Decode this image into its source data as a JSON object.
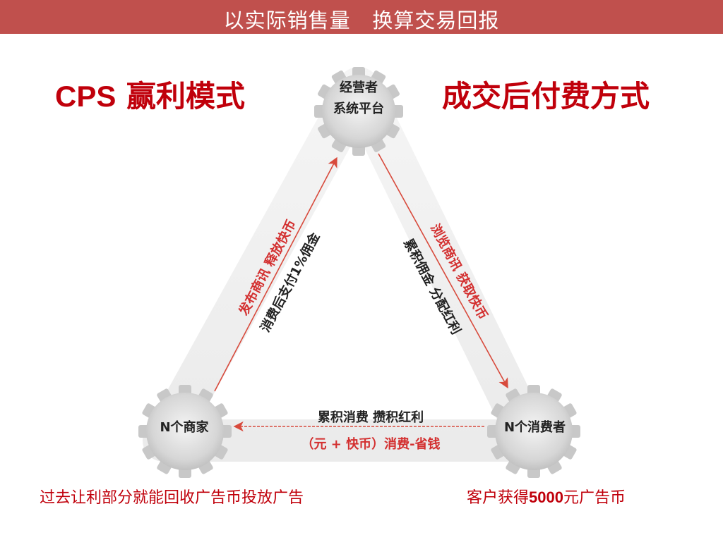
{
  "banner": {
    "title": "以实际销售量   换算交易回报"
  },
  "headings": {
    "left_latin": "CPS",
    "left_cn": " 赢利模式",
    "right": "成交后付费方式"
  },
  "nodes": {
    "platform": {
      "line1": "经营者",
      "line2": "系统平台",
      "icon": "gear-icon"
    },
    "merchant": {
      "label": "N个商家",
      "icon": "gear-icon"
    },
    "consumer": {
      "label": "N个消费者",
      "icon": "gear-icon"
    }
  },
  "edges": {
    "merchant_to_platform": {
      "red": "发布商讯  释放快币",
      "dark": "消费后支付1%佣金"
    },
    "platform_to_consumer": {
      "red": "浏览商讯  获取快币",
      "dark": "累积佣金  分配红利"
    },
    "consumer_to_merchant": {
      "dark": "累积消费   攒积红利",
      "red": "（元 + 快币）消费-省钱"
    }
  },
  "notes": {
    "left": "过去让利部分就能回收广告币投放广告",
    "right_prefix": "客户获得",
    "right_number": "5000",
    "right_suffix": "元广告币"
  },
  "colors": {
    "banner": "#c0504d",
    "accent_red": "#c0000b",
    "arrow": "#d84a3c",
    "gear": "#c8c8c8"
  }
}
